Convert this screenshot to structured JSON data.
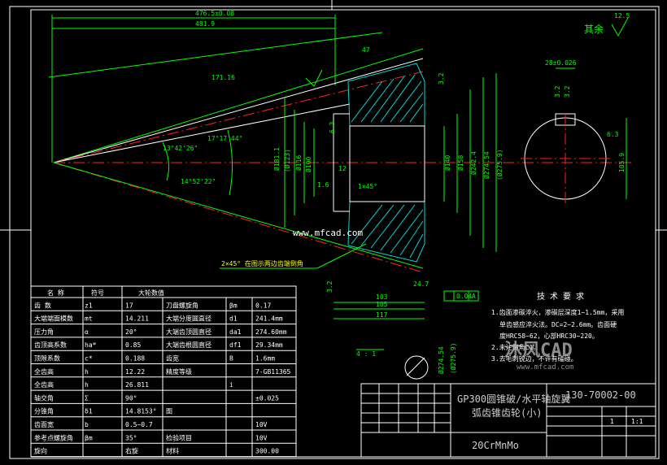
{
  "dims": {
    "overall_length": "476.5±0.08",
    "length_2": "481.9",
    "slant": "171.16",
    "short_slant": "47",
    "angle_1": "13°42'26\"",
    "angle_2": "17°17'44\"",
    "angle_3": "14°52'22\"",
    "d_181": "Ø181.1",
    "d_123": "(Ø123)",
    "d_116": "Ø116",
    "d_100": "Ø100",
    "d_140": "Ø140",
    "d_158": "Ø158",
    "d_242": "Ø242.4",
    "d_274": "Ø274.54",
    "d_275": "(Ø275.9)",
    "d_1059": "105.9",
    "key_width": "28±0.026",
    "len_103": "103",
    "len_105": "105",
    "len_117": "117",
    "len_247": "24.7",
    "chamfer": "1×45°",
    "chamfer_16": "1.6",
    "note_2x45": "2×45° 在图示两边齿端倒角",
    "scale_label": "4 : 1",
    "roughness_32": "3.2",
    "roughness_63": "6.3",
    "roughness_12": "12",
    "tol_box": "0.04",
    "tol_ref": "A",
    "d_274_lower": "Ø274.54",
    "d_275_lower": "(Ø275.9)"
  },
  "remaining_finish": "其余",
  "remaining_finish_value": "12.5",
  "watermark_url": "www.mfcad.com",
  "watermark_brand": "沐风CAD",
  "watermark_brand_url": "www.mfcad.com",
  "tech_req": {
    "title": "技 术 要 求",
    "line1": "1.齿面渗碳淬火，渗碳层深度1~1.5mm，采用",
    "line2": "单齿感应淬火法。DC=2~2.6mm。齿面硬",
    "line3": "度HRC58~62，心部HRC30~220。",
    "line4": "2.未注倒角C1。",
    "line5": "3.去毛刺锐边，不许有磕碰。"
  },
  "param_table": {
    "col_headers": [
      "名 称",
      "符号",
      "大轮数值"
    ],
    "rows": [
      [
        "齿 数",
        "z1",
        "17",
        "刀盘螺旋角",
        "βm",
        "0.17"
      ],
      [
        "大端端面模数",
        "mt",
        "14.211",
        "大端分度圆直径",
        "d1",
        "241.4mm"
      ],
      [
        "压力角",
        "α",
        "20°",
        "大端齿顶圆直径",
        "da1",
        "274.60mm"
      ],
      [
        "齿顶高系数",
        "ha*",
        "0.85",
        "大端齿根圆直径",
        "df1",
        "29.34mm"
      ],
      [
        "顶隙系数",
        "c*",
        "0.188",
        "齿宽",
        "B",
        "1.6mm"
      ],
      [
        "全齿高",
        "h",
        "12.22",
        "精度等级",
        "",
        "7-GB11365"
      ],
      [
        "全齿高",
        "h",
        "26.811",
        "",
        "i",
        ""
      ],
      [
        "轴交角",
        "Σ",
        "90°",
        "",
        "",
        "±0.025"
      ],
      [
        "分锥角",
        "δ1",
        "14.8153°",
        "图",
        "",
        ""
      ],
      [
        "齿面宽",
        "b",
        "0.5~0.7",
        "",
        "",
        "10V"
      ],
      [
        "参考点螺旋角",
        "βm",
        "35°",
        "检验项目",
        "",
        "10V"
      ],
      [
        "旋向",
        "",
        "右旋",
        "材料",
        "",
        "300.00"
      ]
    ]
  },
  "title_block": {
    "part_name": "GP300圆锥破/水平轴旋翼",
    "part_name2": "弧齿锥齿轮(小)",
    "drawing_no": "130-70002-00",
    "material": "20CrMnMo",
    "scale": "1:1",
    "qty": "1"
  }
}
